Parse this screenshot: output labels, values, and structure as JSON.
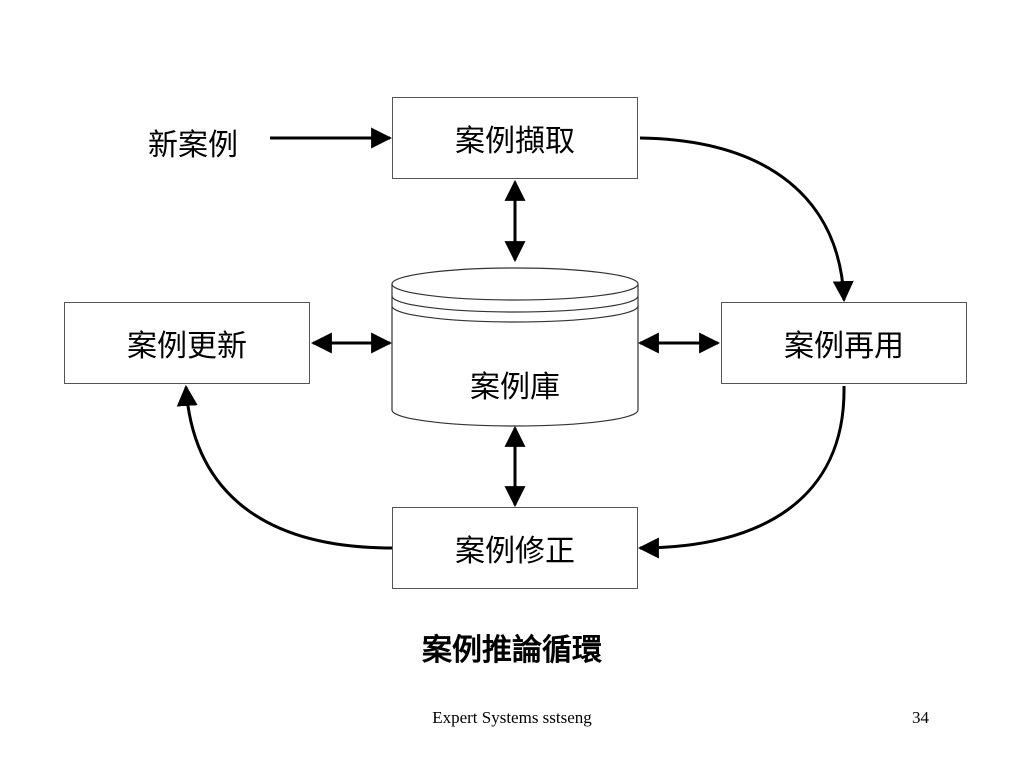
{
  "diagram": {
    "new_case": "新案例",
    "retrieve": "案例擷取",
    "reuse": "案例再用",
    "revise": "案例修正",
    "retain": "案例更新",
    "case_base": "案例庫"
  },
  "caption": "案例推論循環",
  "footer": {
    "title": "Expert Systems sstseng",
    "page": "34"
  }
}
